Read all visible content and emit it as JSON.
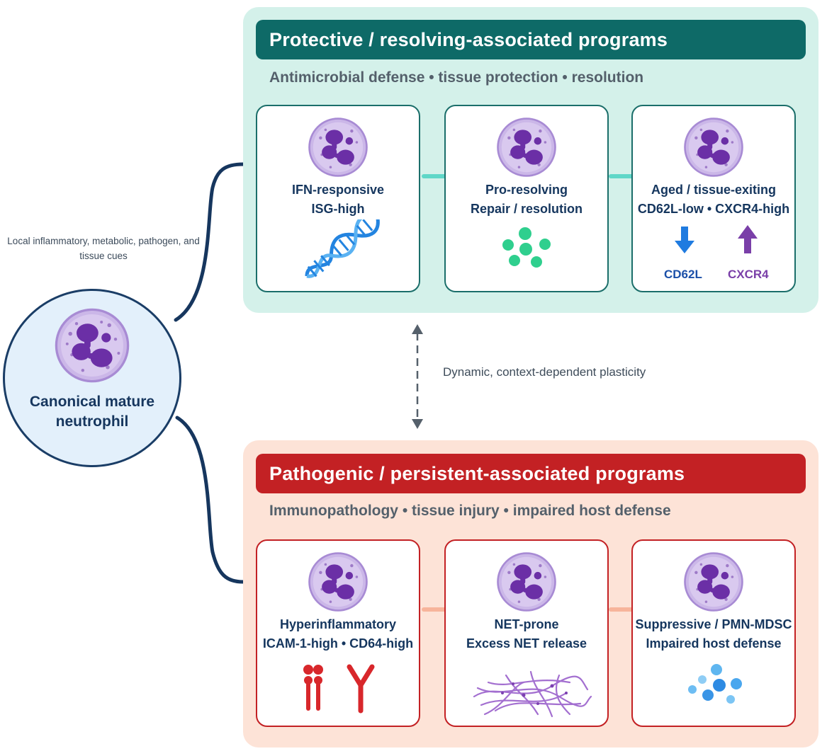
{
  "canonical": {
    "title_line1": "Canonical mature",
    "title_line2": "neutrophil"
  },
  "cues_label": "Local inflammatory, metabolic, pathogen, and tissue cues",
  "plasticity_label": "Dynamic, context-dependent plasticity",
  "protective": {
    "title": "Protective / resolving-associated programs",
    "subtitle": "Antimicrobial defense • tissue protection • resolution",
    "cards": [
      {
        "line1": "IFN-responsive",
        "line2": "ISG-high",
        "icon": "dna-icon"
      },
      {
        "line1": "Pro-resolving",
        "line2": "Repair / resolution",
        "icon": "green-dots-icon"
      },
      {
        "line1": "Aged / tissue-exiting",
        "line2": "CD62L-low • CXCR4-high",
        "icon": "arrows-icon",
        "down_label": "CD62L",
        "up_label": "CXCR4"
      }
    ]
  },
  "pathogenic": {
    "title": "Pathogenic / persistent-associated programs",
    "subtitle": "Immunopathology • tissue injury • impaired host defense",
    "cards": [
      {
        "line1": "Hyperinflammatory",
        "line2": "ICAM-1-high • CD64-high",
        "icon": "receptor-icon"
      },
      {
        "line1": "NET-prone",
        "line2": "Excess NET release",
        "icon": "net-fibers-icon"
      },
      {
        "line1": "Suppressive / PMN-MDSC",
        "line2": "Impaired host defense",
        "icon": "blue-dots-icon"
      }
    ]
  },
  "colors": {
    "teal_dark": "#0e6a67",
    "teal_bg": "#d4f1ea",
    "red_dark": "#c32124",
    "red_bg": "#fde3d7",
    "navy": "#1a3d66",
    "cell_purple": "#7b3fb0",
    "cd62l_blue": "#1f7be0",
    "cxcr4_purple": "#7a3fa8"
  }
}
